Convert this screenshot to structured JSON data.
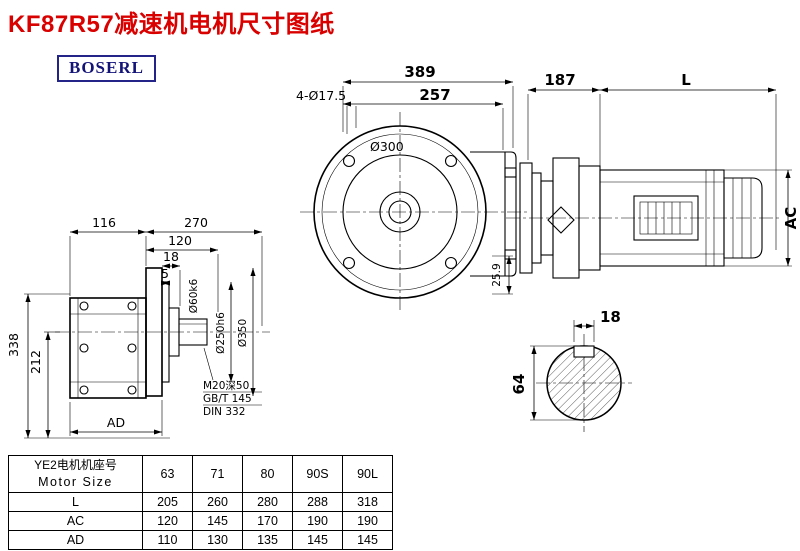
{
  "page": {
    "title": "KF87R57减速机电机尺寸图纸",
    "logo": "BOSERL"
  },
  "front_view": {
    "dim_116": "116",
    "dim_270": "270",
    "dim_120": "120",
    "dim_18": "18",
    "dim_5": "5",
    "dim_shaft": "Ø60k6",
    "dim_spigot": "Ø250h6",
    "dim_flange": "Ø350",
    "dim_338": "338",
    "dim_212": "212",
    "dim_AD": "AD",
    "note_line1": "M20深50",
    "note_line2": "GB/T 145",
    "note_line3": "DIN 332"
  },
  "top_view": {
    "dim_389": "389",
    "dim_257": "257",
    "dim_holes": "4-Ø17.5",
    "dim_300": "Ø300",
    "dim_259": "25.9"
  },
  "side_view": {
    "dim_187": "187",
    "dim_L": "L",
    "dim_AC": "AC"
  },
  "shaft_view": {
    "dim_18": "18",
    "dim_64": "64"
  },
  "table": {
    "header_cn": "YE2电机机座号",
    "header_en": "Motor Size",
    "columns": [
      "63",
      "71",
      "80",
      "90S",
      "90L"
    ],
    "rows": [
      {
        "label": "L",
        "values": [
          "205",
          "260",
          "280",
          "288",
          "318"
        ]
      },
      {
        "label": "AC",
        "values": [
          "120",
          "145",
          "170",
          "190",
          "190"
        ]
      },
      {
        "label": "AD",
        "values": [
          "110",
          "130",
          "135",
          "145",
          "145"
        ]
      }
    ]
  }
}
